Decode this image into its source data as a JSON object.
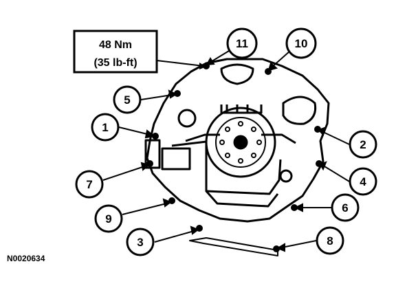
{
  "torque_spec": {
    "metric": "48 Nm",
    "imperial": "(35 lb-ft)"
  },
  "figure_id": "N0020634",
  "callouts": [
    {
      "n": "1"
    },
    {
      "n": "2"
    },
    {
      "n": "3"
    },
    {
      "n": "4"
    },
    {
      "n": "5"
    },
    {
      "n": "6"
    },
    {
      "n": "7"
    },
    {
      "n": "8"
    },
    {
      "n": "9"
    },
    {
      "n": "10"
    },
    {
      "n": "11"
    }
  ]
}
